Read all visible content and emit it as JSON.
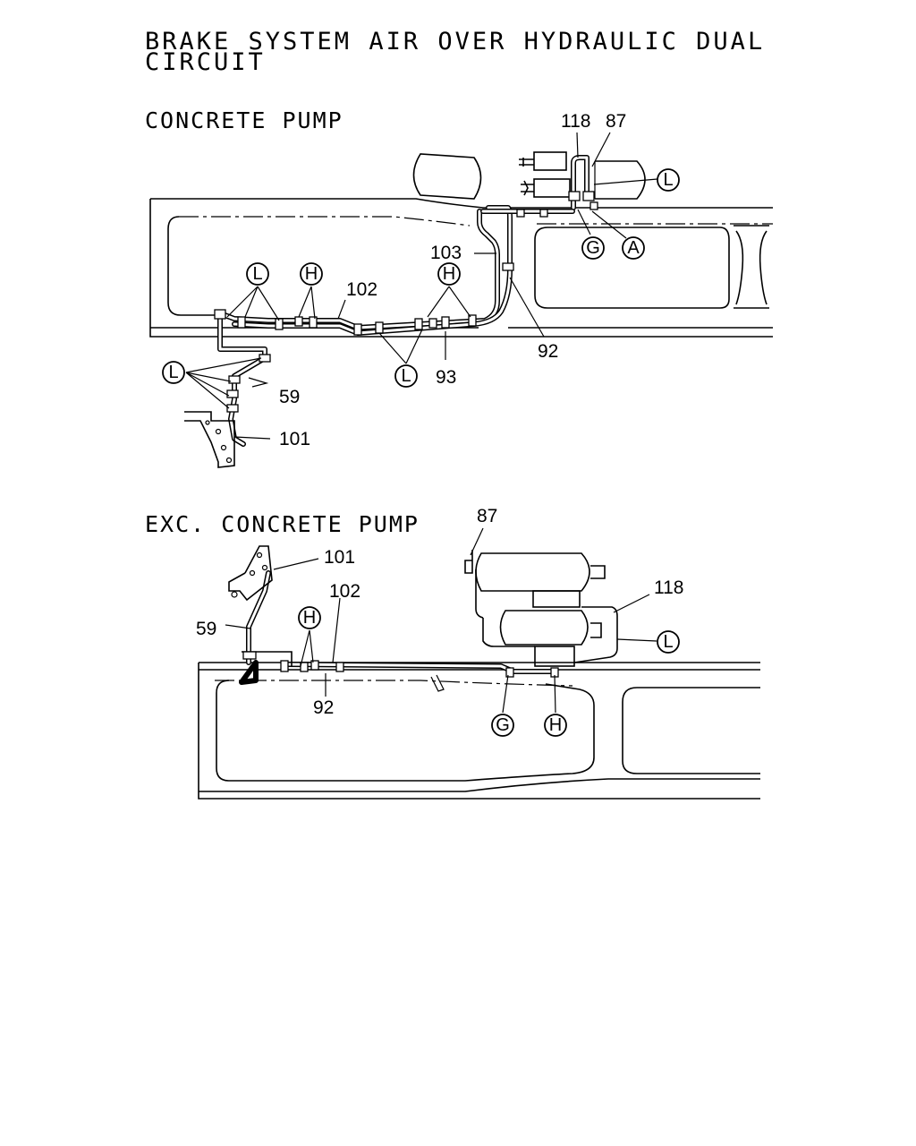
{
  "title": {
    "line1": "BRAKE SYSTEM AIR OVER HYDRAULIC DUAL",
    "line2": "CIRCUIT"
  },
  "section_top": {
    "heading": "CONCRETE PUMP",
    "labels": {
      "n118": "118",
      "n87": "87",
      "n103": "103",
      "n102": "102",
      "n92": "92",
      "n93": "93",
      "n59": "59",
      "n101": "101"
    },
    "callouts": {
      "L_tank": "L",
      "G": "G",
      "A": "A",
      "L_left": "L",
      "H_left": "H",
      "H_right": "H",
      "L_bottom": "L",
      "L_bracket": "L"
    }
  },
  "section_bottom": {
    "heading": "EXC. CONCRETE PUMP",
    "labels": {
      "n87": "87",
      "n101": "101",
      "n102": "102",
      "n118": "118",
      "n59": "59",
      "n92": "92"
    },
    "callouts": {
      "H_left": "H",
      "L_tank": "L",
      "G": "G",
      "H_bottom": "H"
    }
  }
}
